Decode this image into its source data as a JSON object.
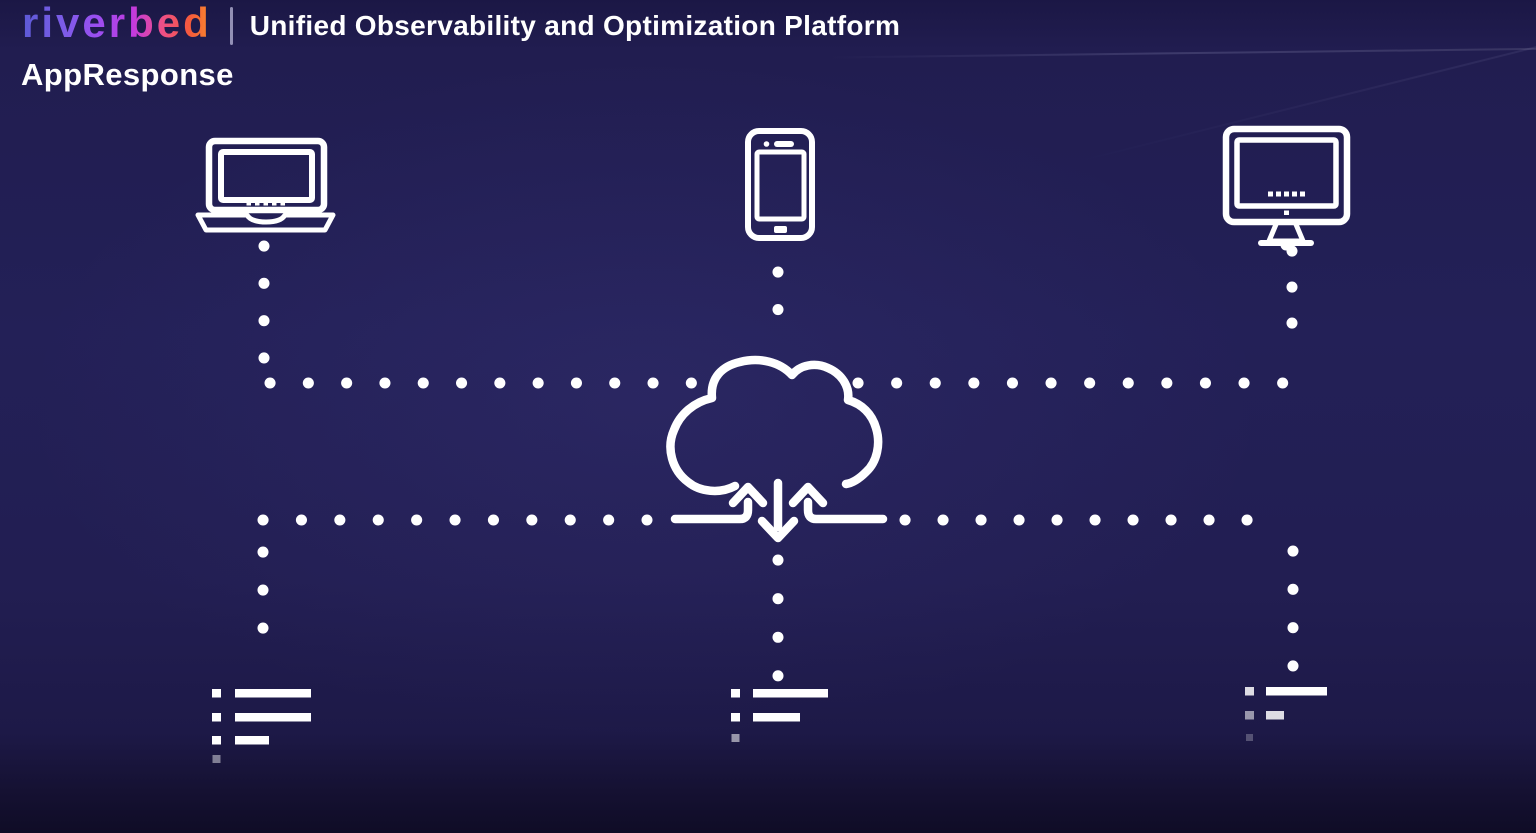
{
  "header": {
    "logo_text": "riverbed",
    "title": "Unified Observability and Optimization Platform",
    "subtitle": "AppResponse"
  },
  "colors": {
    "background": "#221e52",
    "background_top": "#1b1745",
    "background_bottom": "#0f0c26",
    "diagram_stroke": "#ffffff",
    "divider": "#a7a4c8",
    "logo_gradient": [
      "#5c5ad6",
      "#8b5cf6",
      "#c13ae0",
      "#ee4f86",
      "#f5593d",
      "#f98a2b"
    ]
  },
  "diagram": {
    "sources": [
      {
        "id": "laptop",
        "icon": "laptop-icon"
      },
      {
        "id": "smartphone",
        "icon": "smartphone-icon"
      },
      {
        "id": "desktop",
        "icon": "desktop-monitor-icon"
      }
    ],
    "hub": {
      "icon": "cloud-sync-icon",
      "arrows": [
        "up",
        "down",
        "up"
      ]
    },
    "sinks": [
      {
        "id": "record-list-left",
        "icon": "list-icon"
      },
      {
        "id": "record-list-center",
        "icon": "list-icon"
      },
      {
        "id": "record-list-right",
        "icon": "list-icon"
      }
    ],
    "connection_style": "dotted"
  }
}
